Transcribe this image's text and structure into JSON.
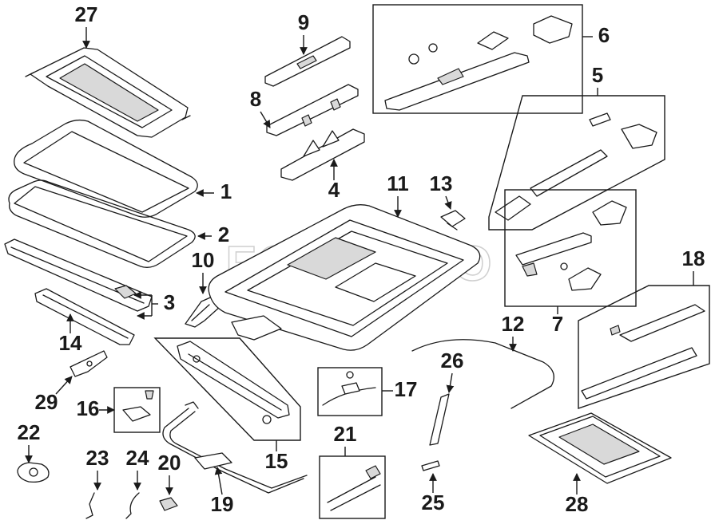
{
  "watermark": "FCP EURO",
  "callouts": {
    "c1": "1",
    "c2": "2",
    "c3": "3",
    "c4": "4",
    "c5": "5",
    "c6": "6",
    "c7": "7",
    "c8": "8",
    "c9": "9",
    "c10": "10",
    "c11": "11",
    "c12": "12",
    "c13": "13",
    "c14": "14",
    "c15": "15",
    "c16": "16",
    "c17": "17",
    "c18": "18",
    "c19": "19",
    "c20": "20",
    "c21": "21",
    "c22": "22",
    "c23": "23",
    "c24": "24",
    "c25": "25",
    "c26": "26",
    "c27": "27",
    "c28": "28",
    "c29": "29"
  }
}
